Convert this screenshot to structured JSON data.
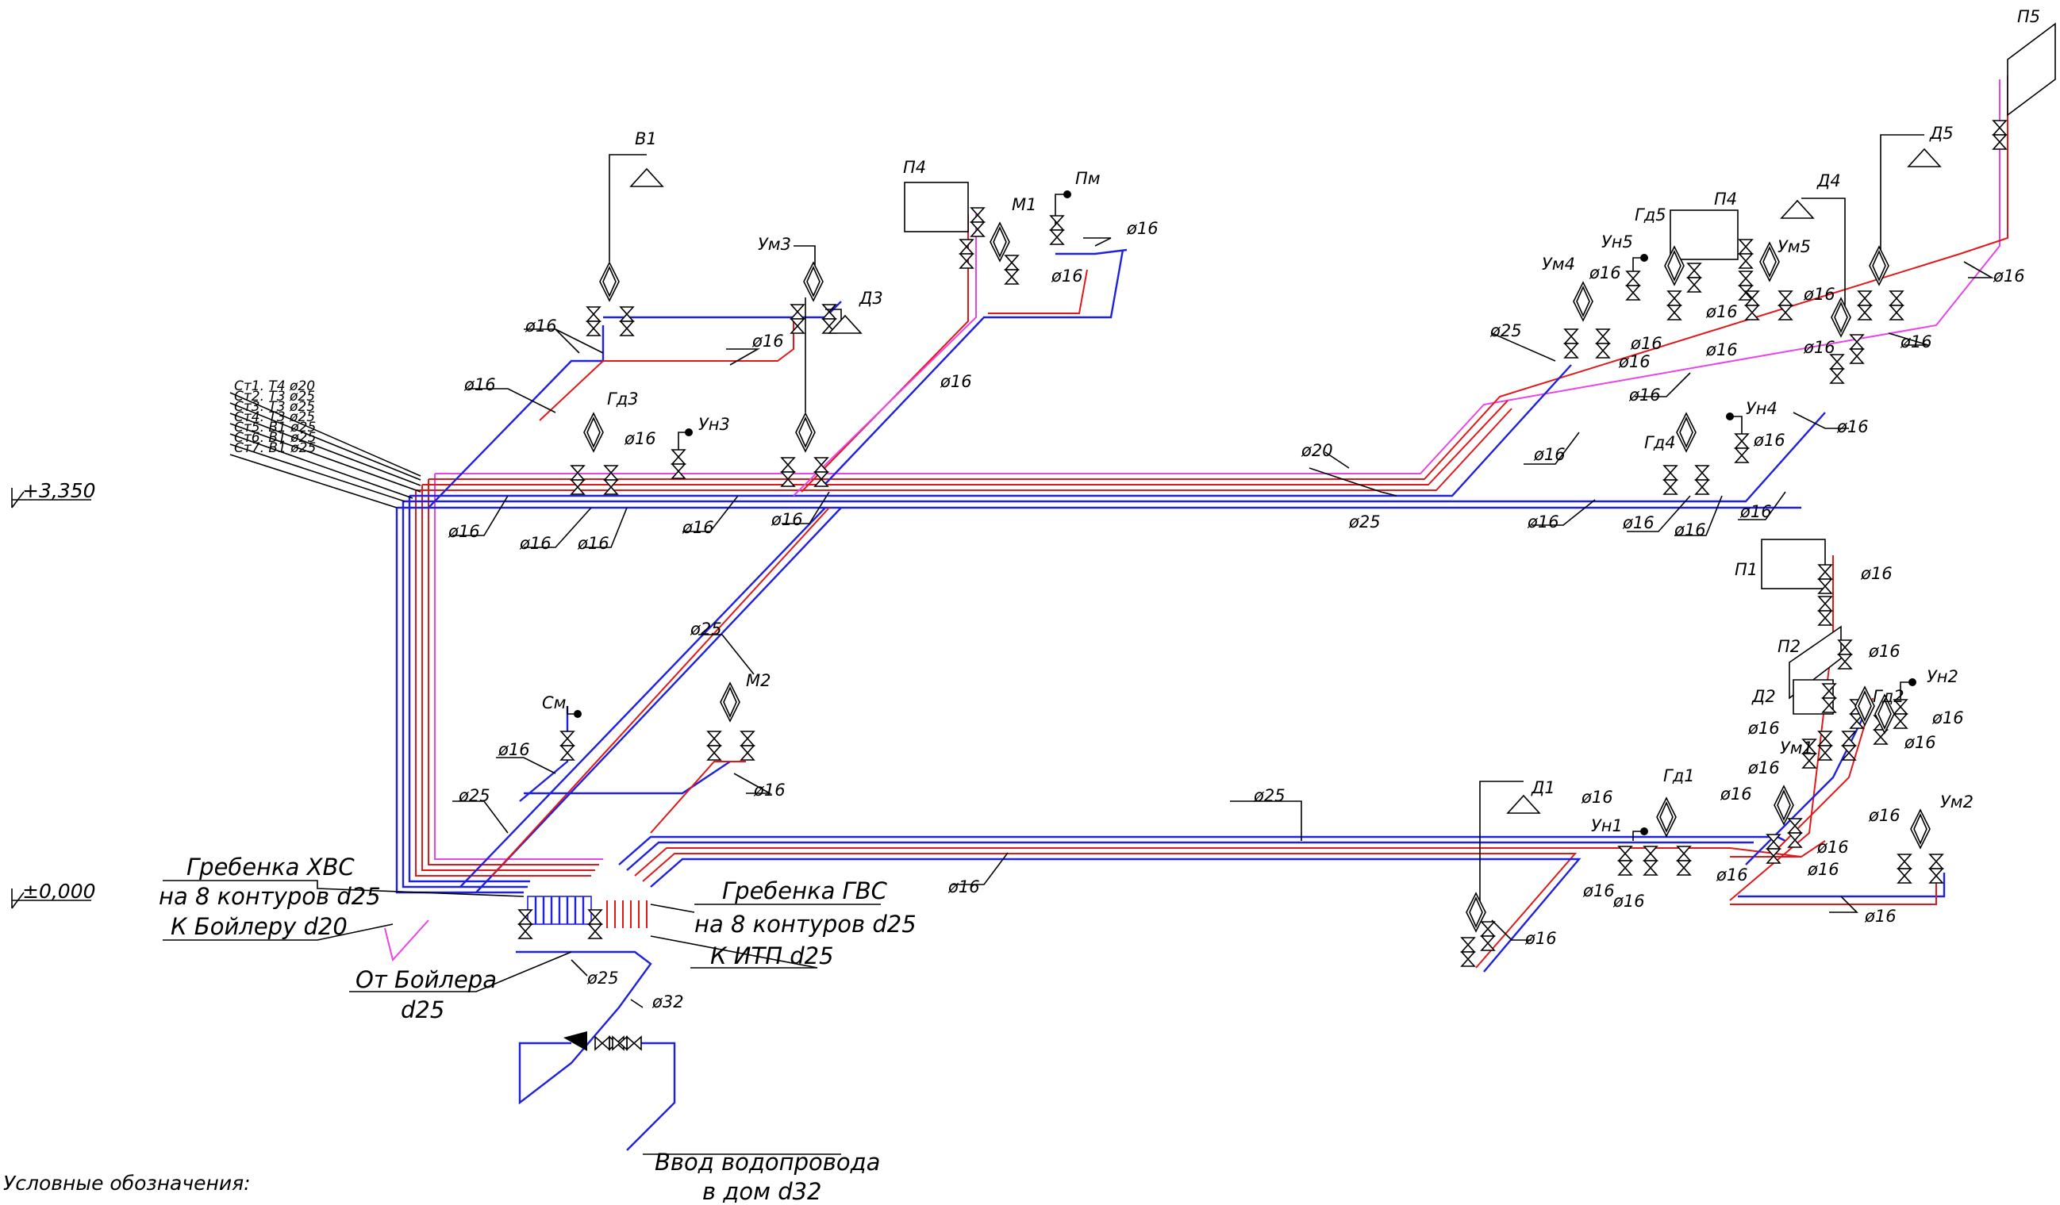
{
  "diagram": {
    "levels": {
      "upper": "+3,350",
      "lower": "±0,000"
    },
    "risers": [
      "Ст1. Т4 ø20",
      "Ст2. Т3 ø25",
      "Ст3. Т3 ø25",
      "Ст4. Т3 ø25",
      "Ст5. В1 ø25",
      "Ст6. В1 ø25",
      "Ст7. В1 ø25"
    ],
    "fixtures": {
      "v1": "В1",
      "p4a": "П4",
      "m1": "М1",
      "pm": "Пм",
      "um3": "Ум3",
      "d3": "Д3",
      "gd3": "Гд3",
      "un3": "Ун3",
      "sm": "См",
      "m2": "М2",
      "gd5": "Гд5",
      "p4b": "П4",
      "un5": "Ун5",
      "um4": "Ум4",
      "um5": "Ум5",
      "d4": "Д4",
      "d5": "Д5",
      "p5": "П5",
      "un4": "Ун4",
      "gd4": "Гд4",
      "p1": "П1",
      "p2": "П2",
      "d2": "Д2",
      "un2": "Ун2",
      "gd2": "Гд2",
      "um1": "Ум1",
      "um2": "Ум2",
      "gd1": "Гд1",
      "un1": "Ун1",
      "d1": "Д1"
    },
    "dims": {
      "d16": "ø16",
      "d20": "ø20",
      "d25": "ø25",
      "d32": "ø32"
    },
    "callouts": {
      "manifold_cold_1": "Гребенка ХВС",
      "manifold_cold_2": "на 8 контуров d25",
      "to_boiler": "К Бойлеру d20",
      "from_boiler_1": "От Бойлера",
      "from_boiler_2": "d25",
      "manifold_hot_1": "Гребенка ГВС",
      "manifold_hot_2": "на 8 контуров d25",
      "to_itp": "К ИТП d25",
      "inlet_1": "Ввод водопровода",
      "inlet_2": "в дом d32"
    },
    "legend": {
      "title": "Условные обозначения:"
    },
    "colors": {
      "hot": "#e21818",
      "cold": "#1e22e0",
      "recirc": "#e844e8",
      "lines": "#000000"
    }
  }
}
